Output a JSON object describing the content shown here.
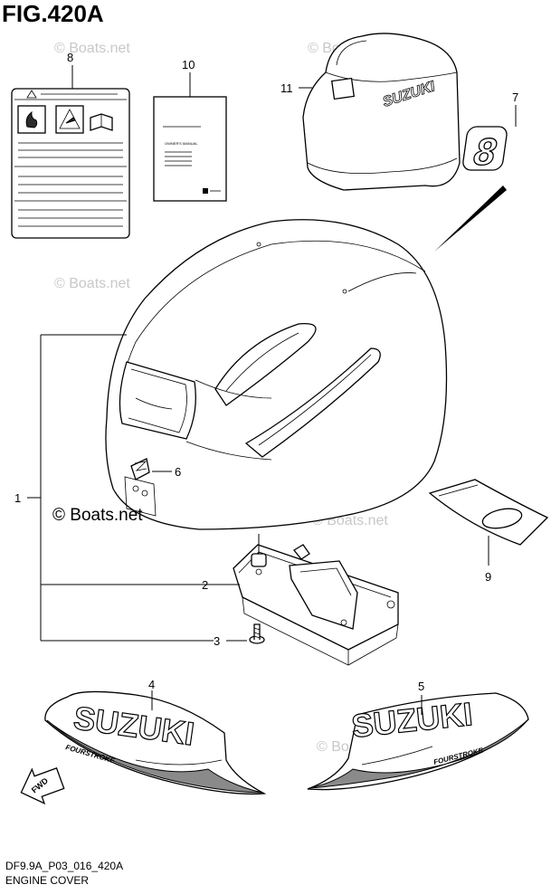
{
  "figure": {
    "title": "FIG.420A",
    "code": "DF9.9A_P03_016_420A",
    "section": "ENGINE COVER"
  },
  "callouts": {
    "p1": "1",
    "p2": "2",
    "p3": "3",
    "p4": "4",
    "p5": "5",
    "p6": "6",
    "p7": "7",
    "p8": "8",
    "p9": "9",
    "p10": "10",
    "p11": "11"
  },
  "watermarks": {
    "faint": "© Boats.net",
    "main": "© Boats.net"
  },
  "decal_text": {
    "brand": "SUZUKI",
    "fourstroke": "FOURSTROKE",
    "fwd": "FWD",
    "model_number": "8",
    "manual": "OWNER'S MANUAL"
  }
}
